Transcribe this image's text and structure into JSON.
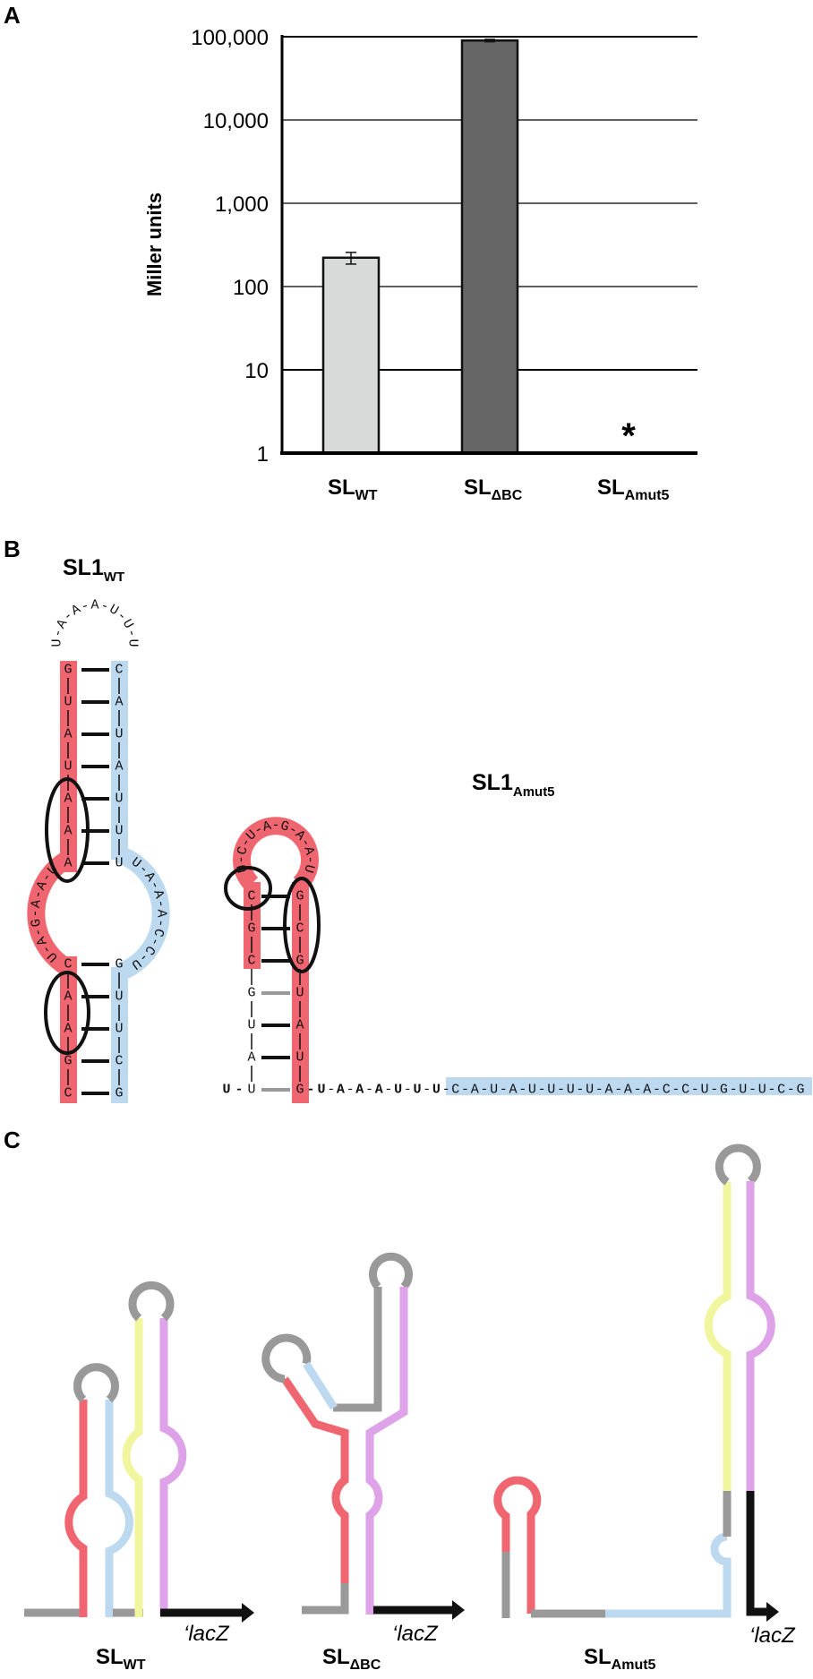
{
  "panel_labels": {
    "a": "A",
    "b": "B",
    "c": "C"
  },
  "colors": {
    "red": "#ef6670",
    "blue": "#bcd9ef",
    "yellow": "#f0f59e",
    "purple": "#dda2e8",
    "gray": "#999999",
    "black": "#111111"
  },
  "chart_data": {
    "type": "bar",
    "title": "",
    "xlabel": "",
    "ylabel": "Miller units",
    "yscale": "log",
    "ylim": [
      1,
      100000
    ],
    "yticks": [
      1,
      10,
      100,
      1000,
      10000,
      100000
    ],
    "ytick_labels": [
      "1",
      "10",
      "100",
      "1,000",
      "10,000",
      "100,000"
    ],
    "grid": true,
    "categories": [
      {
        "base": "SL",
        "sub": "WT"
      },
      {
        "base": "SL",
        "sub": "ΔBC"
      },
      {
        "base": "SL",
        "sub": "Amut5"
      }
    ],
    "values": [
      222,
      90000,
      null
    ],
    "error_low": [
      186,
      87000
    ],
    "error_high": [
      257,
      93000
    ],
    "bar_colors": [
      "#d8dad9",
      "#666666",
      null
    ],
    "annotations": [
      {
        "category": 2,
        "text": "*"
      }
    ]
  },
  "panel_b": {
    "wt": {
      "title": "SL1",
      "title_sub": "WT",
      "hairpin_loop": [
        "U",
        "A",
        "A",
        "A",
        "U",
        "U",
        "U"
      ],
      "left_stem_upper": [
        "G",
        "U",
        "A",
        "U",
        "A",
        "A",
        "A"
      ],
      "right_stem_upper": [
        "C",
        "A",
        "U",
        "A",
        "U",
        "U",
        "U"
      ],
      "left_internal_loop": [
        "U",
        "A",
        "A",
        "G",
        "A",
        "U"
      ],
      "right_internal_loop": [
        "U",
        "A",
        "A",
        "A",
        "C",
        "C",
        "U"
      ],
      "left_stem_lower": [
        "C",
        "A",
        "A",
        "G",
        "C"
      ],
      "right_stem_lower": [
        "G",
        "U",
        "U",
        "C",
        "G"
      ]
    },
    "amut5": {
      "title": "SL1",
      "title_sub": "Amut5",
      "loop": [
        "U",
        "C",
        "U",
        "A",
        "G",
        "A",
        "A",
        "U"
      ],
      "left_stem": [
        "C",
        "G",
        "C",
        "G",
        "U",
        "A",
        "U"
      ],
      "left_5prime": "U",
      "right_stem": [
        "G",
        "C",
        "G",
        "U",
        "A",
        "U",
        "G"
      ],
      "pair_types": [
        "wc",
        "wc",
        "wc",
        "wobble",
        "wc",
        "wc",
        "wobble"
      ],
      "tail": [
        "U",
        "A",
        "A",
        "A",
        "U",
        "U",
        "U"
      ],
      "tail_highlighted": [
        "C",
        "A",
        "U",
        "A",
        "U",
        "U",
        "U",
        "U",
        "A",
        "A",
        "A",
        "C",
        "C",
        "U",
        "G",
        "U",
        "U",
        "C",
        "G"
      ]
    }
  },
  "panel_c": {
    "reporter": "‘lacZ",
    "constructs": [
      {
        "base": "SL",
        "sub": "WT"
      },
      {
        "base": "SL",
        "sub": "ΔBC"
      },
      {
        "base": "SL",
        "sub": "Amut5"
      }
    ]
  }
}
